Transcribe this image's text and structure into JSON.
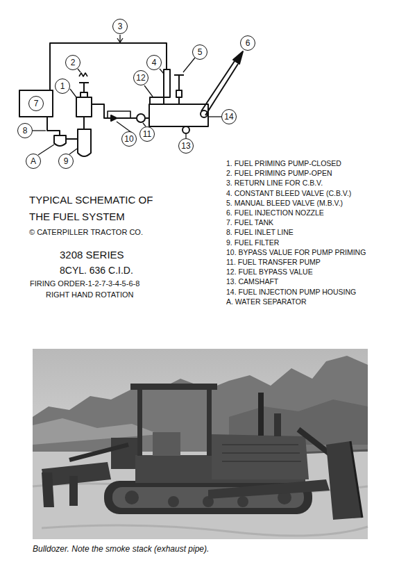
{
  "diagram": {
    "title": "TYPICAL SCHEMATIC OF THE FUEL SYSTEM",
    "caption": "Bulldozer. Note the smoke stack (exhaust pipe).",
    "nodes": [
      {
        "text": [
          "3"
        ]
      },
      {
        "text": [
          "6"
        ]
      },
      {
        "text": [
          "5"
        ]
      },
      {
        "text": [
          "2"
        ]
      },
      {
        "text": [
          "4"
        ]
      },
      {
        "text": [
          "12"
        ]
      },
      {
        "text": [
          "1"
        ]
      },
      {
        "text": [
          "7"
        ]
      },
      {
        "text": [
          "14"
        ]
      },
      {
        "text": [
          "8"
        ]
      },
      {
        "text": [
          "11"
        ]
      },
      {
        "text": [
          "10"
        ]
      },
      {
        "text": [
          "13"
        ]
      },
      {
        "text": [
          "A"
        ]
      },
      {
        "text": [
          "9"
        ]
      }
    ],
    "labels": [
      "© CATERPILLER TRACTOR CO.",
      "3208 SERIES",
      "8CYL. 636 C.I.D.",
      "FIRING ORDER-1-2-7-3-4-5-6-8",
      "RIGHT HAND ROTATION",
      "1. FUEL PRIMING PUMP-CLOSED",
      "2. FUEL PRIMING PUMP-OPEN",
      "3. RETURN LINE FOR C.B.V.",
      "4. CONSTANT BLEED VALVE (C.B.V.)",
      "5. MANUAL BLEED VALVE (M.B.V.)",
      "6. FUEL INJECTION NOZZLE",
      "7. FUEL TANK",
      "8. FUEL INLET LINE",
      "9. FUEL FILTER",
      "10. BYPASS VALUE FOR PUMP PRIMING",
      "11. FUEL TRANSFER PUMP",
      "12. FUEL BYPASS VALUE",
      "13. CAMSHAFT",
      "14. FUEL INJECTION PUMP HOUSING",
      "A. WATER SEPARATOR"
    ]
  }
}
